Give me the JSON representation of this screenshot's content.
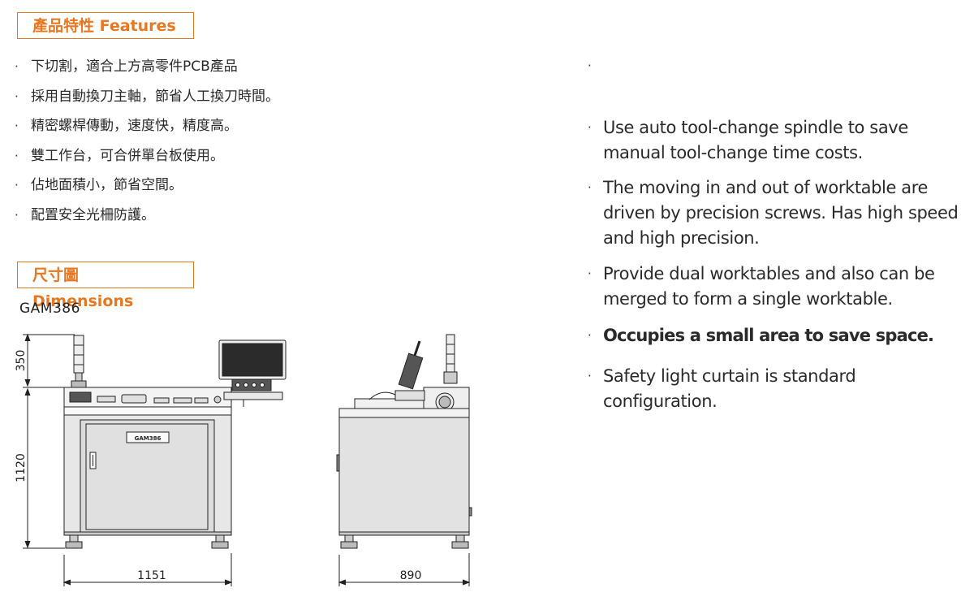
{
  "features": {
    "title": "產品特性 Features",
    "bullet": "·",
    "cn_items": [
      "下切割，適合上方高零件PCB產品",
      "採用自動換刀主軸，節省人工換刀時間。",
      "精密螺桿傳動，速度快，精度高。",
      "雙工作台，可合併單台板使用。",
      "佔地面積小，節省空間。",
      "配置安全光柵防護。"
    ],
    "en_items": [
      "",
      "Use auto tool-change spindle to save manual tool-change time costs.",
      "The moving in and out of worktable are driven by precision screws. Has high speed and high precision.",
      "Provide dual worktables and also can be merged to form a single worktable.",
      "Occupies a small area to save space.",
      "Safety light curtain is standard configuration."
    ]
  },
  "dimensions": {
    "title": "尺寸圖 Dimensions",
    "model": "GAM386",
    "nameplate": "GAM386",
    "height_top": "350",
    "height_body": "1120",
    "width_front": "1151",
    "depth_side": "890"
  }
}
